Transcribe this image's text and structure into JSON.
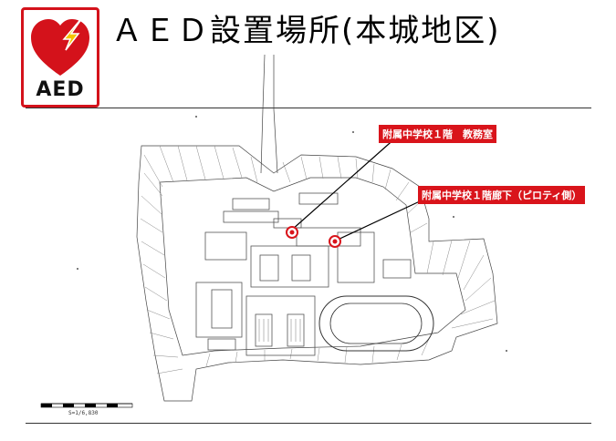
{
  "title": "ＡＥＤ設置場所(本城地区)",
  "logo": {
    "text": "AED",
    "icon": "heart-lightning-icon",
    "color": "#d4121b"
  },
  "markers": [
    {
      "label": "附属中学校１階　教務室",
      "icon": "aed-location-marker-icon"
    },
    {
      "label": "附属中学校１階廊下（ピロティ側）",
      "icon": "aed-location-marker-icon"
    }
  ],
  "scale": {
    "caption": "S=1/6,830"
  },
  "colors": {
    "label_bg": "#d9141b",
    "marker": "#d9141b",
    "lines": "#444444"
  }
}
